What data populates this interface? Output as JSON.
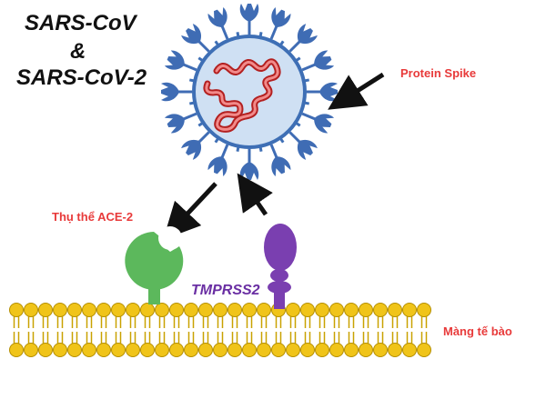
{
  "title": {
    "line1": "SARS-CoV",
    "line2": "&",
    "line3": "SARS-CoV-2"
  },
  "labels": {
    "protein_spike": "Protein Spike",
    "ace2_receptor": "Thụ thể ACE-2",
    "tmprss2": "TMPRSS2",
    "cell_membrane": "Màng tế bào"
  },
  "colors": {
    "virus_body": "#cfe0f3",
    "virus_outline": "#3e6fb5",
    "spike": "#3f6cb4",
    "rna": "#e53b3b",
    "ace2": "#5cb85c",
    "tmprss2": "#7a3fb0",
    "membrane_head": "#f0c419",
    "label_red": "#e83a3a",
    "arrow": "#111111"
  }
}
